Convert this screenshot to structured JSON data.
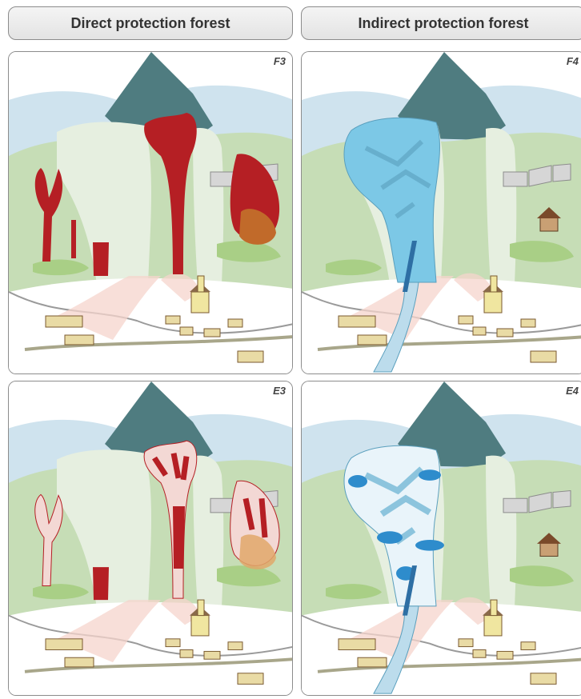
{
  "headers": {
    "left": "Direct protection forest",
    "right": "Indirect protection forest"
  },
  "panels": {
    "f3": "F3",
    "f4": "F4",
    "e3": "E3",
    "e4": "E4"
  },
  "colors": {
    "mountain": "#4f7c80",
    "sky_hills": "#cfe3ee",
    "meadow": "#c6ddb6",
    "forest_light": "#e6efe0",
    "direct_hazard": "#b51f24",
    "debris_orange": "#c16a2a",
    "indirect_hazard": "#7cc8e6",
    "runout_pink": "#f6d4cc",
    "runout_blue": "#bcdcec"
  }
}
